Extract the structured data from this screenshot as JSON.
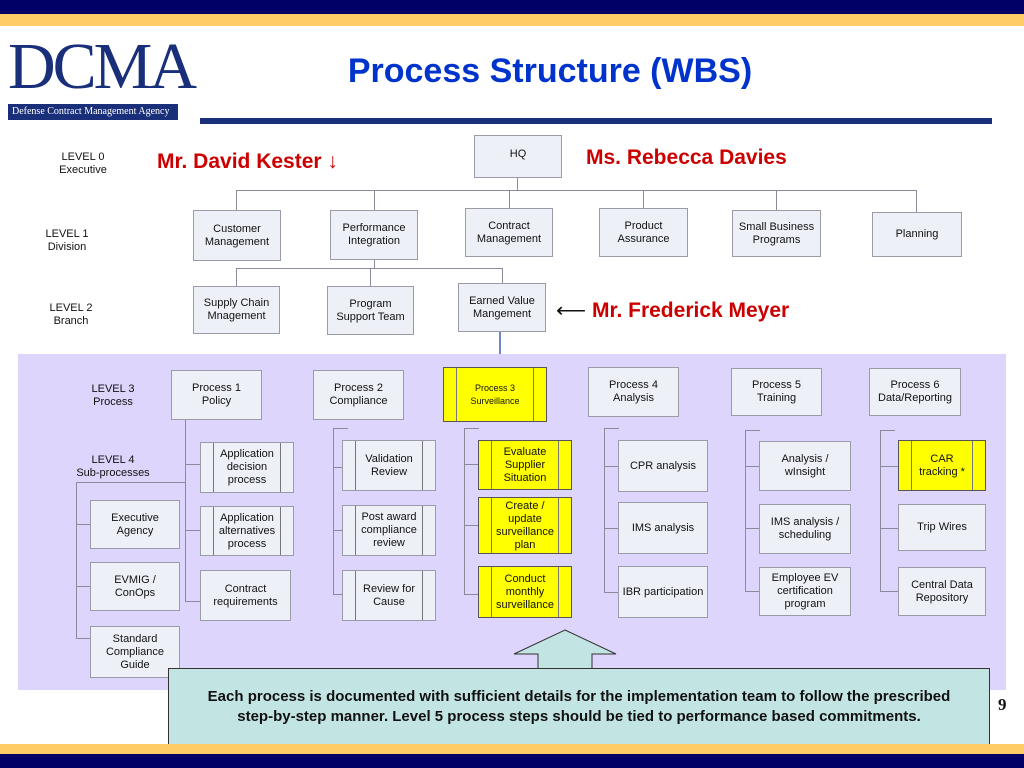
{
  "slide": {
    "title": "Process Structure (WBS)",
    "page_number": "9",
    "colors": {
      "navy": "#000066",
      "gold": "#ffcc66",
      "title_blue": "#0033cc",
      "name_red": "#cc0000",
      "lavender": "#ddd5fb",
      "highlight": "#ffff00"
    }
  },
  "logo": {
    "letters": "DCMA",
    "tagline": "Defense Contract Management Agency"
  },
  "levels": {
    "l0": "LEVEL 0\nExecutive",
    "l1": "LEVEL 1\nDivision",
    "l2": "LEVEL 2\nBranch",
    "l3": "LEVEL 3\nProcess",
    "l4": "LEVEL 4\nSub-processes"
  },
  "annotations": {
    "kester": "Mr. David Kester",
    "kester_arrow": "↓",
    "davies": "Ms. Rebecca Davies",
    "meyer_arrow": "⟵",
    "meyer": "Mr. Frederick Meyer"
  },
  "hq": "HQ",
  "divisions": [
    "Customer\nManagement",
    "Performance\nIntegration",
    "Contract\nManagement",
    "Product\nAssurance",
    "Small Business\nPrograms",
    "Planning"
  ],
  "branches": [
    "Supply Chain\nMnagement",
    "Program\nSupport Team",
    "Earned Value\nMangement"
  ],
  "processes": [
    "Process 1\nPolicy",
    "Process 2\nCompliance",
    "Process  3\nSurveillance",
    "Process 4\nAnalysis",
    "Process 5\nTraining",
    "Process 6\nData/Reporting"
  ],
  "left_items": [
    "Executive\nAgency",
    "EVMIG /\nConOps",
    "Standard\nCompliance\nGuide"
  ],
  "subprocesses": {
    "p1": [
      "Application\ndecision\nprocess",
      "Application\nalternatives\nprocess",
      "Contract\nrequirements"
    ],
    "p2": [
      "Validation\nReview",
      "Post award\ncompliance\nreview",
      "Review for\nCause"
    ],
    "p3": [
      "Evaluate\nSupplier\nSituation",
      "Create /\nupdate\nsurveillance\nplan",
      "Conduct\nmonthly\nsurveillance"
    ],
    "p4": [
      "CPR analysis",
      "IMS analysis",
      "IBR participation"
    ],
    "p5": [
      "Analysis /\nwInsight",
      "IMS analysis /\nscheduling",
      "Employee EV\ncertification\nprogram"
    ],
    "p6": [
      "CAR\ntracking *",
      "Trip Wires",
      "Central Data\nRepository"
    ]
  },
  "callout": "Each process is documented with sufficient details for the implementation team to follow the prescribed step-by-step manner.  Level 5 process steps should be tied to performance based commitments."
}
